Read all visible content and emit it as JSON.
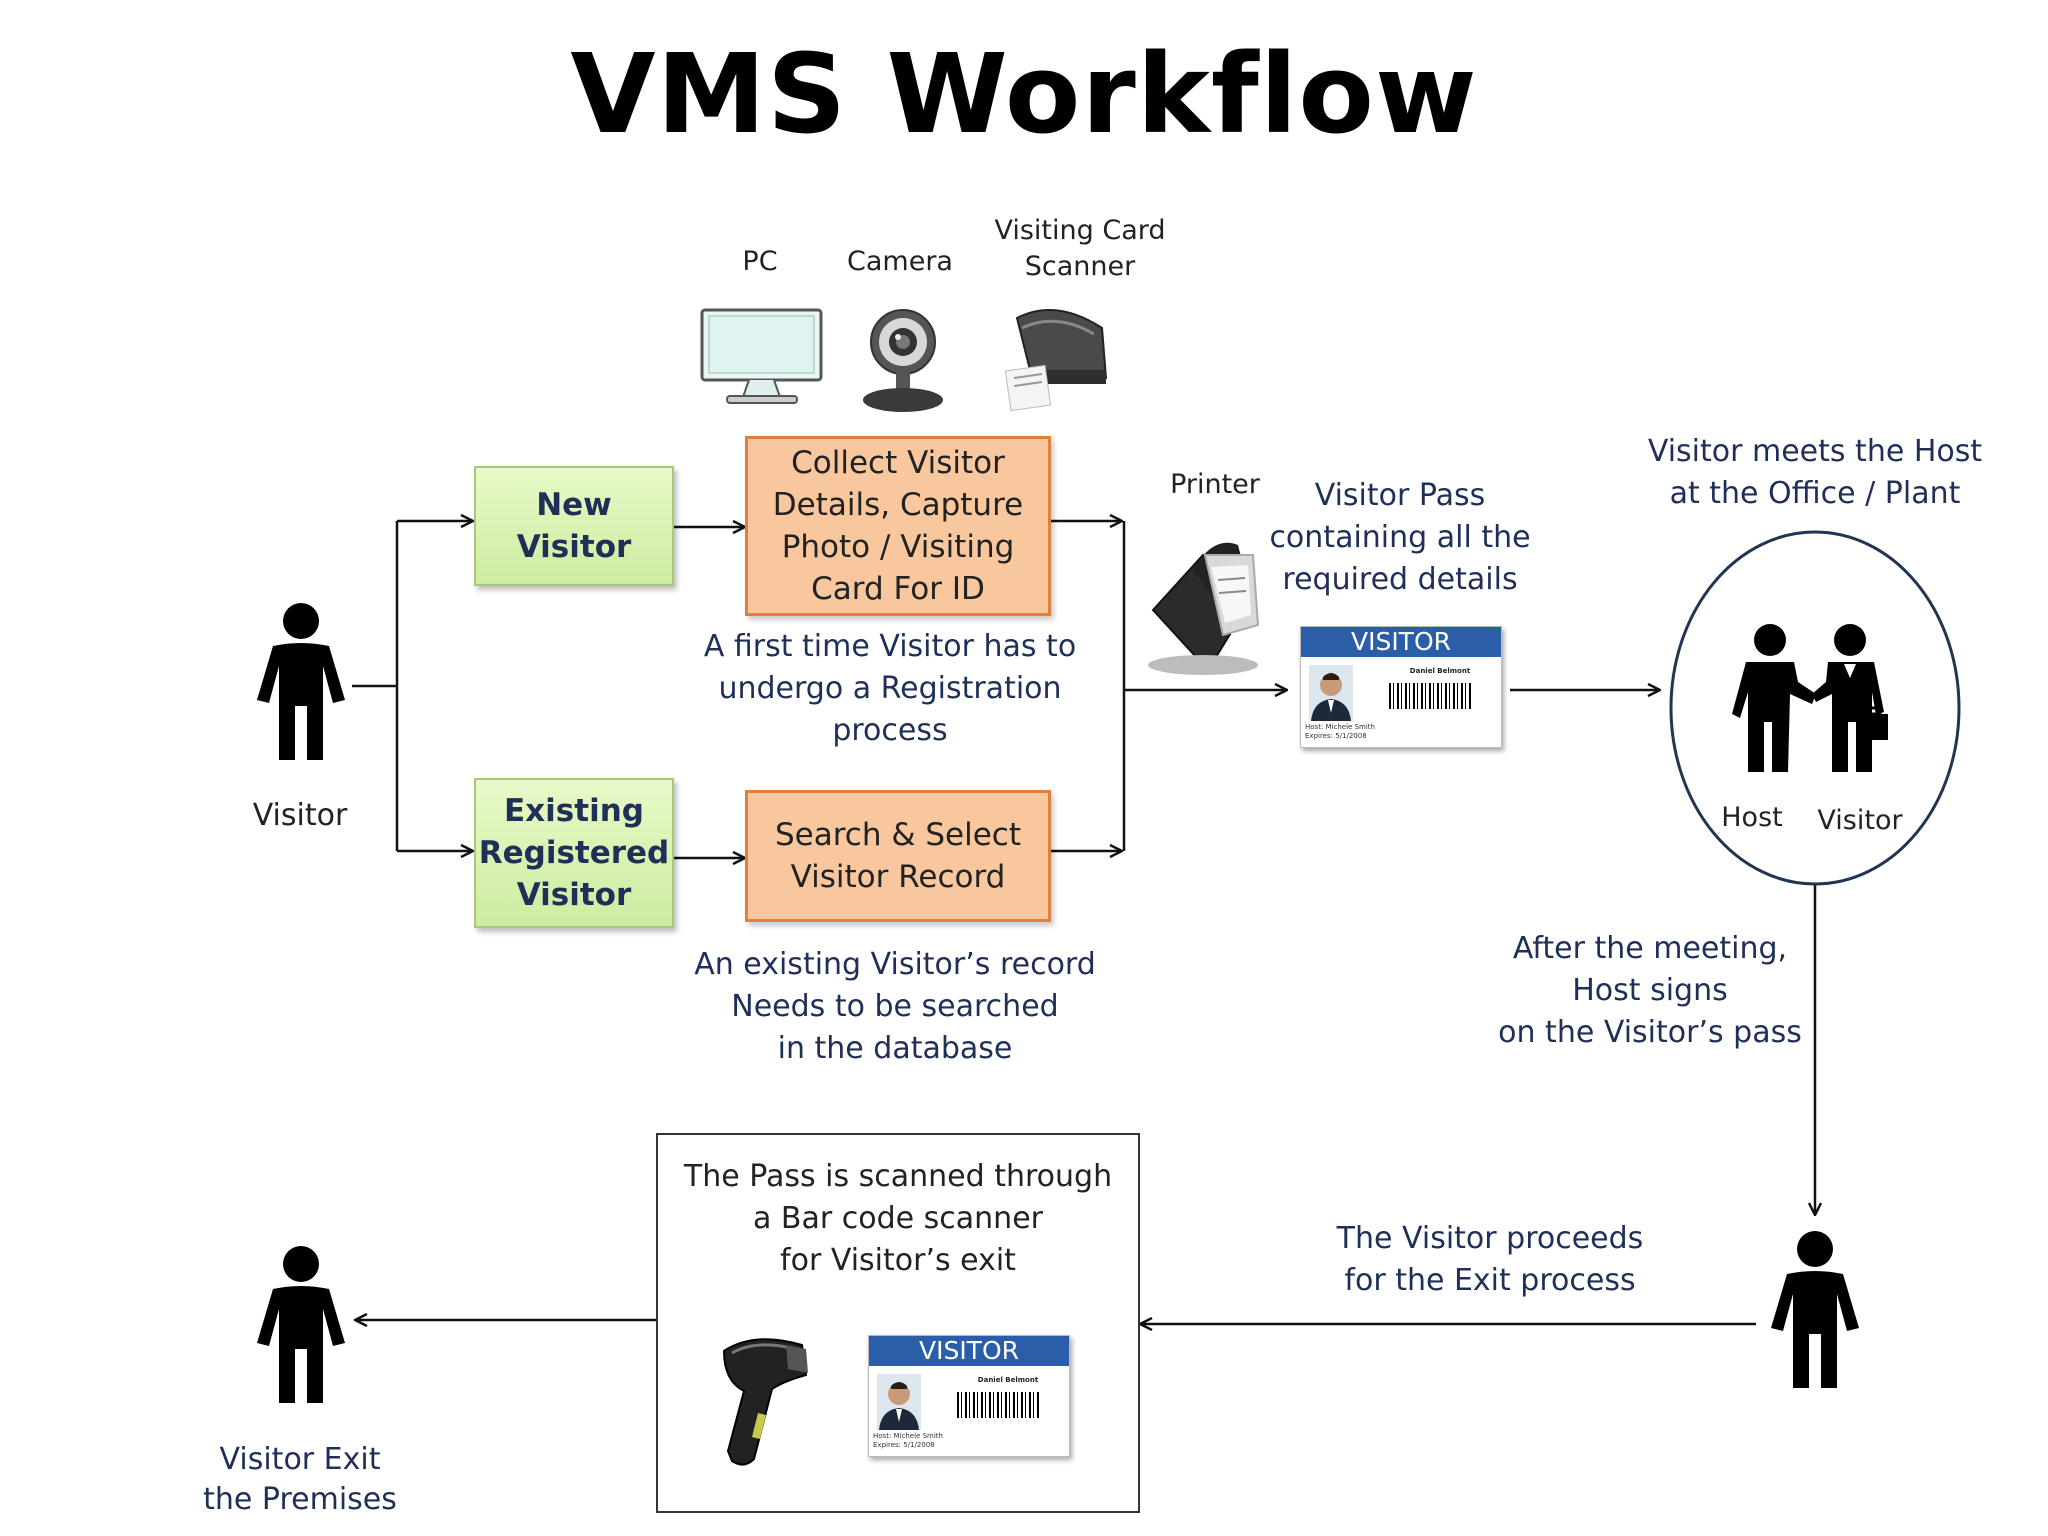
{
  "title": "VMS Workflow",
  "devices": {
    "pc": "PC",
    "camera": "Camera",
    "scanner_line1": "Visiting Card",
    "scanner_line2": "Scanner",
    "printer": "Printer"
  },
  "visitor_label": "Visitor",
  "new_visitor": {
    "line1": "New",
    "line2": "Visitor"
  },
  "existing_visitor": {
    "line1": "Existing",
    "line2": "Registered",
    "line3": "Visitor"
  },
  "collect_box": {
    "line1": "Collect Visitor",
    "line2": "Details, Capture",
    "line3": "Photo / Visiting",
    "line4": "Card For ID"
  },
  "search_box": {
    "line1": "Search & Select",
    "line2": "Visitor Record"
  },
  "registration_note": {
    "line1": "A first time Visitor has to",
    "line2": "undergo a Registration",
    "line3": "process"
  },
  "existing_note": {
    "line1": "An existing Visitor’s record",
    "line2": "Needs to be searched",
    "line3": "in the database"
  },
  "pass_note": {
    "line1": "Visitor Pass",
    "line2": "containing all the",
    "line3": "required details"
  },
  "visitor_card": {
    "header": "VISITOR",
    "name": "Daniel Belmont",
    "host": "Host: Michele Smith",
    "expires": "Expires: 5/1/2008"
  },
  "meet_note": {
    "line1": "Visitor meets the Host",
    "line2": "at the Office / Plant"
  },
  "host_label": "Host",
  "meet_visitor_label": "Visitor",
  "sign_note": {
    "line1": "After the meeting,",
    "line2": "Host signs",
    "line3": "on the Visitor’s pass"
  },
  "exit_proceed_note": {
    "line1": "The Visitor proceeds",
    "line2": "for the Exit process"
  },
  "scan_note": {
    "line1": "The Pass is scanned through",
    "line2": "a Bar code scanner",
    "line3": "for Visitor’s exit"
  },
  "exit_label": {
    "line1": "Visitor Exit",
    "line2": "the Premises"
  },
  "colors": {
    "green_box": "#cdeca0",
    "orange_box": "#f8c79e",
    "orange_border": "#e0803c",
    "navy_text": "#1e2f58",
    "card_header": "#2a5ea8"
  }
}
